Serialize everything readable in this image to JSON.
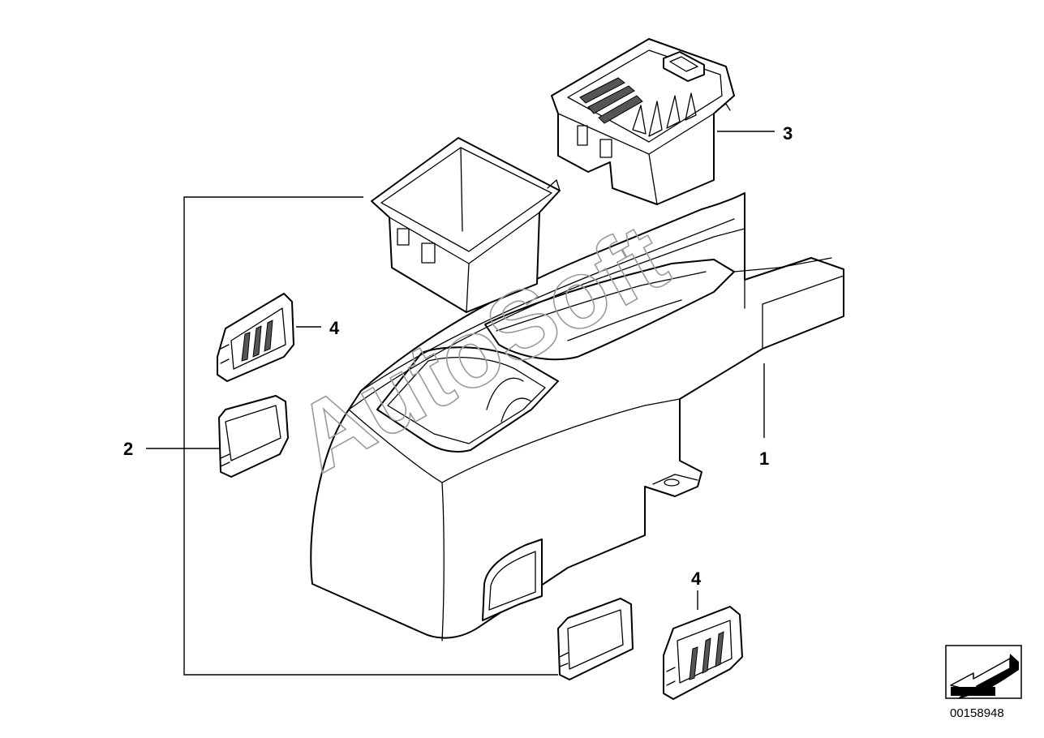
{
  "callouts": {
    "part_1": "1",
    "part_2": "2",
    "part_3": "3",
    "part_4_upper": "4",
    "part_4_lower": "4"
  },
  "watermark": "AutoSoft",
  "document_number": "00158948",
  "icons": {
    "orientation": "arrow-down-left-icon"
  },
  "colors": {
    "line": "#000000",
    "background": "#ffffff",
    "watermark": "#9a9a9a"
  }
}
